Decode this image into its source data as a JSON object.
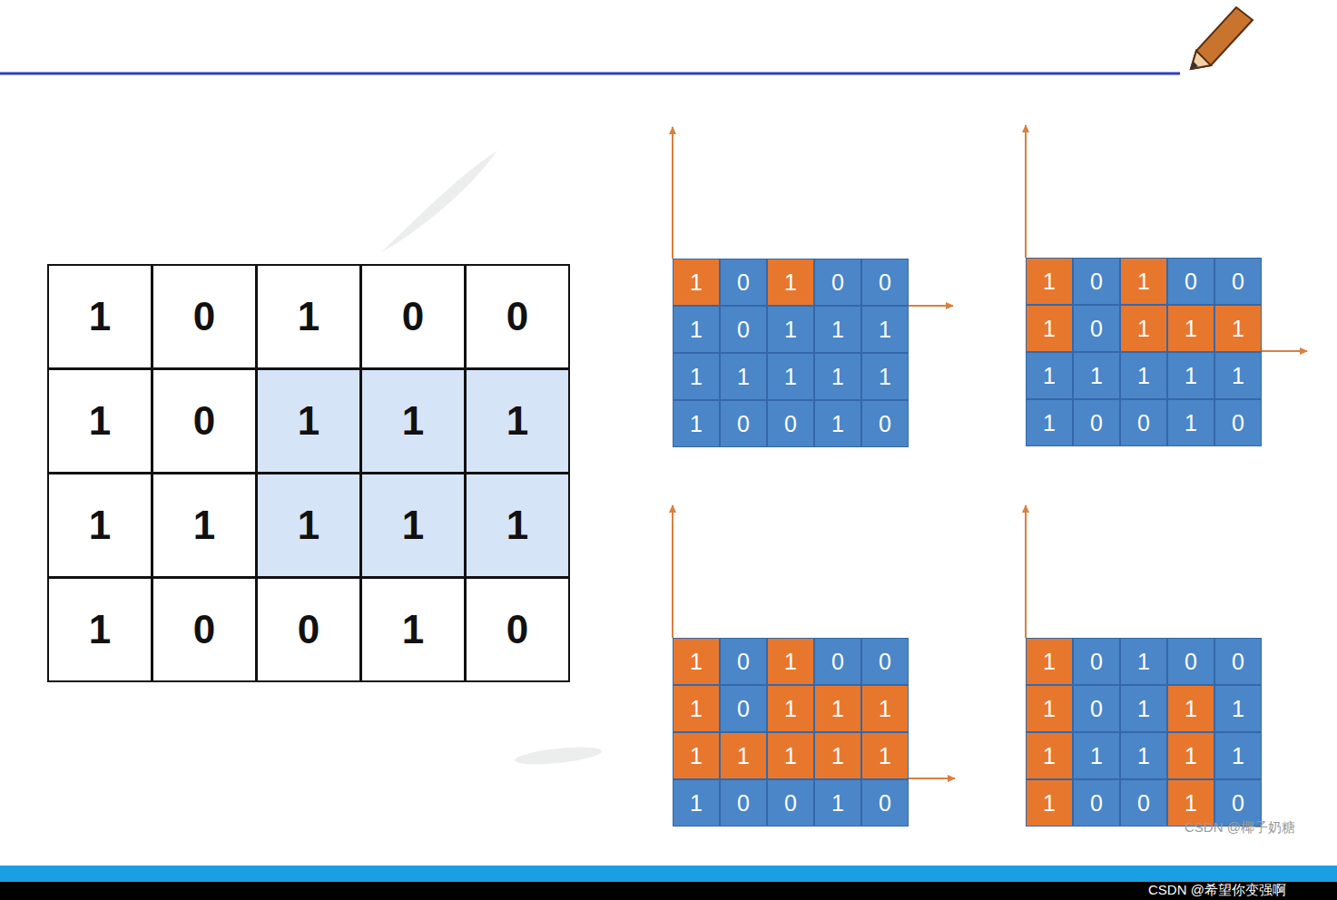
{
  "diagram": {
    "labels": [
      "1",
      "0",
      "1",
      "0",
      "0",
      "1",
      "0",
      "1",
      "1",
      "1",
      "1",
      "1",
      "1",
      "1",
      "1",
      "1",
      "0",
      "0",
      "1",
      "0",
      "1",
      "0",
      "1",
      "0",
      "0",
      "1",
      "0",
      "1",
      "1",
      "1",
      "1",
      "1",
      "1",
      "1",
      "1",
      "1",
      "0",
      "0",
      "1",
      "0",
      "1",
      "0",
      "1",
      "0",
      "0",
      "1",
      "0",
      "1",
      "1",
      "1",
      "1",
      "1",
      "1",
      "1",
      "1",
      "1",
      "0",
      "0",
      "1",
      "0",
      "1",
      "0",
      "1",
      "0",
      "0",
      "1",
      "0",
      "1",
      "1",
      "1",
      "1",
      "1",
      "1",
      "1",
      "1",
      "1",
      "0",
      "0",
      "1",
      "0",
      "1",
      "0",
      "1",
      "0",
      "0",
      "1",
      "0",
      "1",
      "1",
      "1",
      "1",
      "1",
      "1",
      "1",
      "1",
      "1",
      "0",
      "0",
      "1",
      "0",
      "CSDN @椰子奶糖",
      "CSDN @希望你变强啊"
    ]
  }
}
